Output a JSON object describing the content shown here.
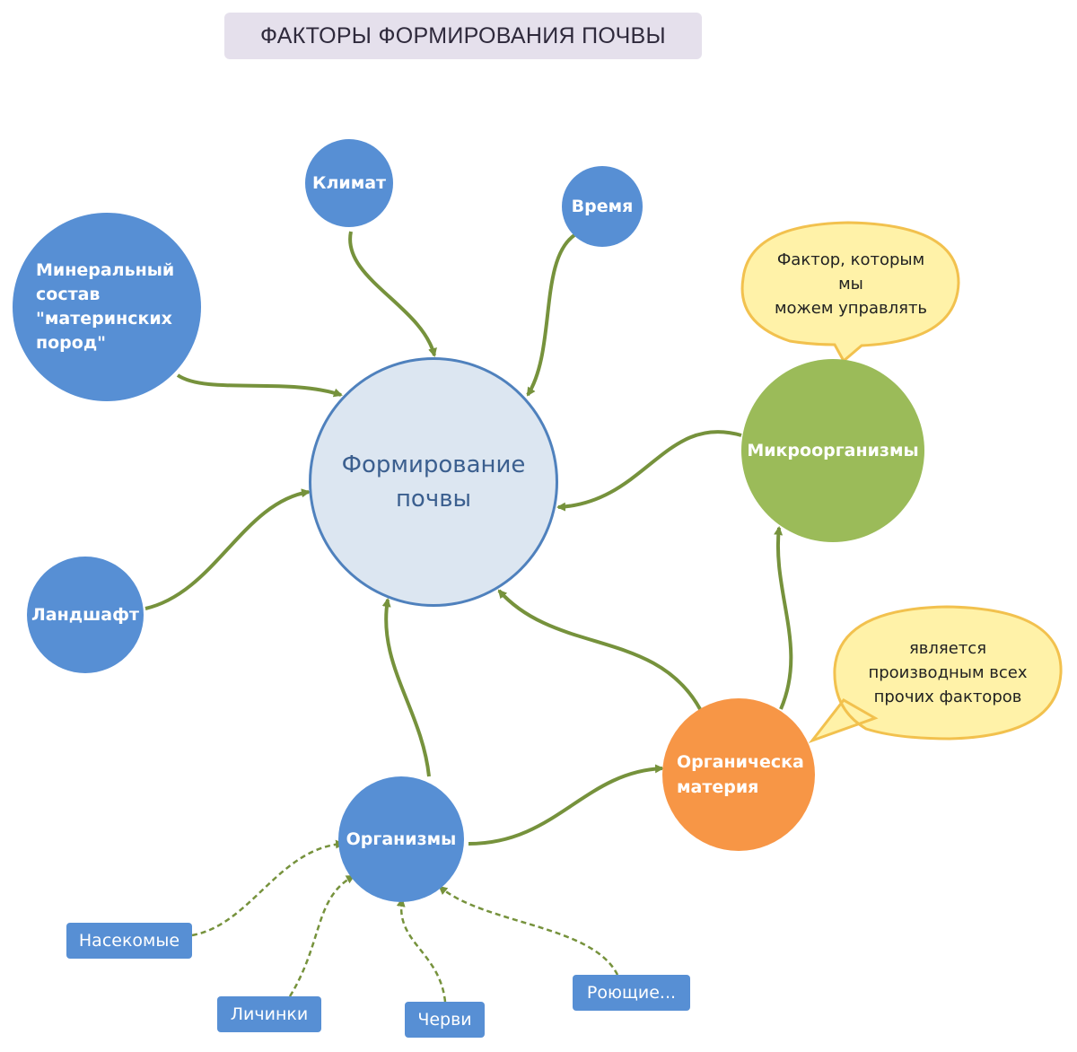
{
  "title": "ФАКТОРЫ ФОРМИРОВАНИЯ ПОЧВЫ",
  "colors": {
    "node_blue": "#578fd4",
    "node_green": "#9bbb59",
    "node_orange": "#f79646",
    "center_fill": "#dce6f1",
    "center_stroke": "#4f81bd",
    "arrow": "#76923c",
    "callout_fill": "#fff2a8",
    "callout_stroke": "#f2c14e"
  },
  "nodes": {
    "center": "Формирование\nпочвы",
    "climate": "Климат",
    "time": "Время",
    "mineral": "Минеральный\nсостав\n\"материнских\nпород\"",
    "landscape": "Ландшафт",
    "microorganisms": "Микроорганизмы",
    "organic_matter": "Органическа\nматерия",
    "organisms": "Организмы"
  },
  "sub_nodes": {
    "insects": "Насекомые",
    "larvae": "Личинки",
    "worms": "Черви",
    "burrowing": "Роющие..."
  },
  "callouts": {
    "microorganisms_note": "Фактор, которым\nмы\nможем управлять",
    "organic_note": "является\nпроизводным всех\nпрочих факторов"
  }
}
